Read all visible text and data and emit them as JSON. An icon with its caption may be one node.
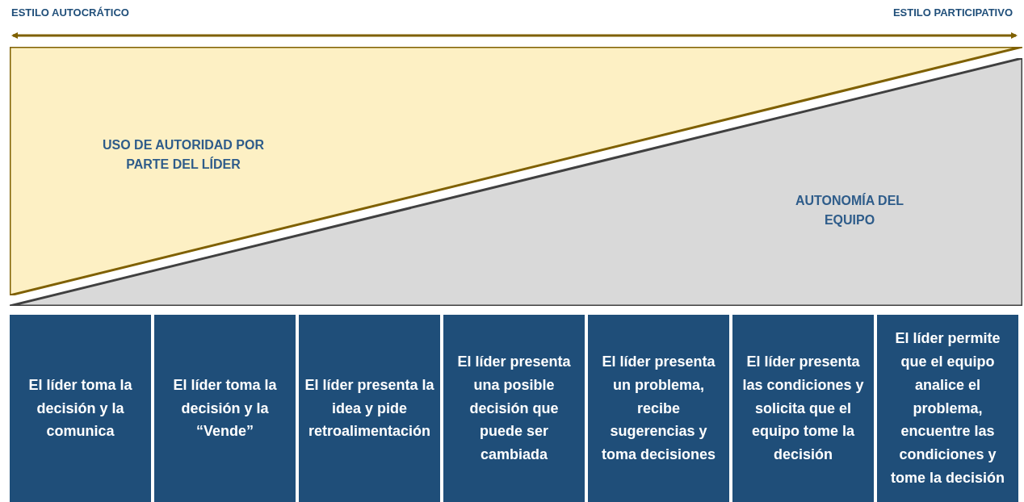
{
  "diagram": {
    "nodes": [
      {
        "text": [
          "USO DE AUTORIDAD POR PARTE DEL LÍDER"
        ]
      },
      {
        "text": [
          "AUTONOMÍA DEL EQUIPO"
        ]
      },
      {
        "text": [
          "El líder toma la decisión y la comunica"
        ]
      },
      {
        "text": [
          "El líder toma la decisión y la “Vende”"
        ]
      },
      {
        "text": [
          "El líder presenta la idea y pide retroalimentación"
        ]
      },
      {
        "text": [
          "El líder presenta una posible decisión que puede ser cambiada"
        ]
      },
      {
        "text": [
          "El líder presenta un problema, recibe sugerencias y toma decisiones"
        ]
      },
      {
        "text": [
          "El líder presenta las condiciones y solicita que el equipo tome la decisión"
        ]
      },
      {
        "text": [
          "El líder permite que el equipo analice el problema, encuentre las condiciones y tome la decisión"
        ]
      }
    ],
    "labels": [
      "ESTILO AUTOCRÁTICO",
      "ESTILO PARTICIPATIVO"
    ]
  }
}
